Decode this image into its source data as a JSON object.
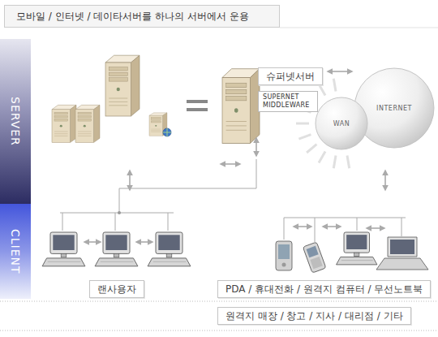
{
  "diagram": {
    "title": "모바일 / 인터넷 / 데이타서버를 하나의 서버에서 운용",
    "nodes": [
      {
        "text": [
          "SERVER"
        ]
      },
      {
        "text": [
          "슈퍼넷서버"
        ]
      },
      {
        "text": [
          "SUPERNET MIDDLEWARE"
        ]
      },
      {
        "text": [
          "WAN"
        ]
      },
      {
        "text": [
          "INTERNET"
        ]
      },
      {
        "text": [
          "CLIENT"
        ]
      },
      {
        "text": [
          "랜사용자"
        ]
      },
      {
        "text": [
          "PDA / 휴대전화 / 원격지 컴퓨터 / 무선노트북"
        ]
      },
      {
        "text": [
          "원격지 매장 / 창고 / 지사 / 대리점 / 기타"
        ]
      }
    ]
  }
}
